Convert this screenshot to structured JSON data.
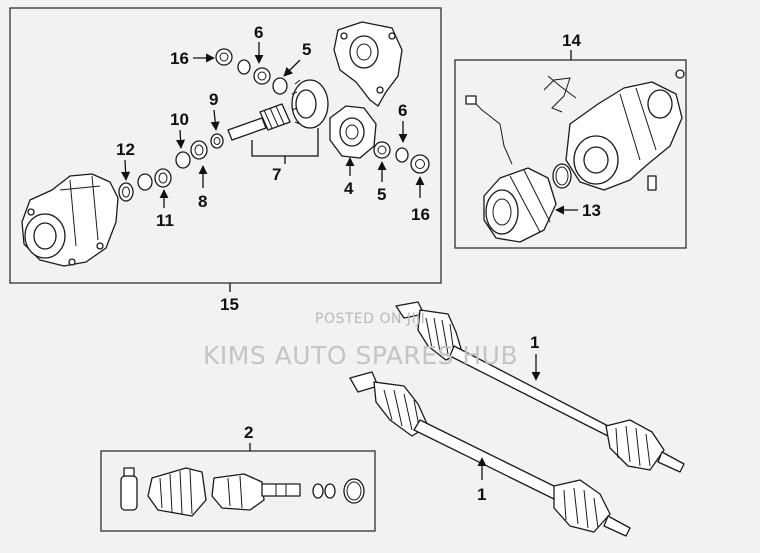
{
  "labels": {
    "n1a": "1",
    "n1b": "1",
    "n2": "2",
    "n4": "4",
    "n5a": "5",
    "n5b": "5",
    "n6a": "6",
    "n6b": "6",
    "n7": "7",
    "n8": "8",
    "n9": "9",
    "n10": "10",
    "n11": "11",
    "n12": "12",
    "n13": "13",
    "n14": "14",
    "n15": "15",
    "n16a": "16",
    "n16b": "16"
  },
  "watermark": {
    "posted": "POSTED ON JIJI",
    "shop": "KIMS AUTO SPARES HUB"
  }
}
